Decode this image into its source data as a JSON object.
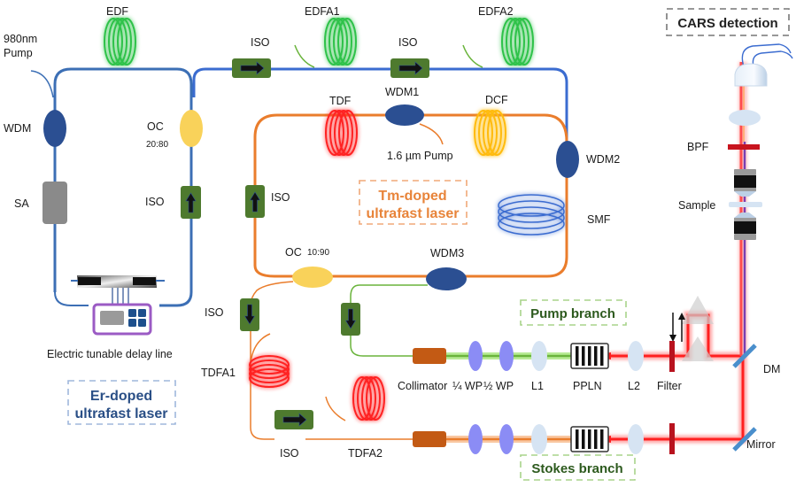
{
  "colors": {
    "er_fiber": "#3c6fb5",
    "er_fiber_top": "#3b6cd0",
    "tm_fiber": "#ea7d2c",
    "pump_fiber": "#6ab43c",
    "edf_coil": "#2fc24a",
    "tdf_coil": "#ff2020",
    "dcf_coil": "#ffbb10",
    "wdm": "#2b4f92",
    "oc": "#f9d25a",
    "iso": "#4e7a2e",
    "sa": "#8a8a8a",
    "beam_red": "#ff1f1f",
    "beam_purple": "#7a3fb0",
    "waveplate": "#8b8cf5",
    "lens": "#d6e4f3",
    "collimator": "#c35a14",
    "filter": "#b8121e",
    "mirror": "#4a8fcc",
    "delay_controller": "#9b5bc4"
  },
  "labels": {
    "edf": "EDF",
    "pump980_line1": "980nm",
    "pump980_line2": "Pump",
    "wdm": "WDM",
    "sa": "SA",
    "oc_er": "OC",
    "oc_er_ratio": "20:80",
    "iso_er_ring": "ISO",
    "iso_top1": "ISO",
    "iso_top2": "ISO",
    "edfa1": "EDFA1",
    "edfa2": "EDFA2",
    "tdf": "TDF",
    "wdm1": "WDM1",
    "dcf": "DCF",
    "pump16": "1.6 µm Pump",
    "wdm2": "WDM2",
    "smf": "SMF",
    "iso_tm": "ISO",
    "oc_tm": "OC",
    "oc_tm_ratio": "10:90",
    "wdm3": "WDM3",
    "iso_stokes_vert": "ISO",
    "tdfa1": "TDFA1",
    "iso_stokes_horiz": "ISO",
    "tdfa2": "TDFA2",
    "delay_line": "Electric tunable delay line",
    "collimator": "Collimator",
    "qwp": "¼ WP",
    "hwp": "½ WP",
    "l1": "L1",
    "ppln": "PPLN",
    "l2": "L2",
    "filter": "Filter",
    "dm": "DM",
    "mirror": "Mirror",
    "bpf": "BPF",
    "sample": "Sample"
  },
  "boxes": {
    "er_line1": "Er-doped",
    "er_line2": "ultrafast laser",
    "tm_line1": "Tm-doped",
    "tm_line2": "ultrafast laser",
    "pump_branch": "Pump branch",
    "stokes_branch": "Stokes branch",
    "cars": "CARS detection"
  }
}
